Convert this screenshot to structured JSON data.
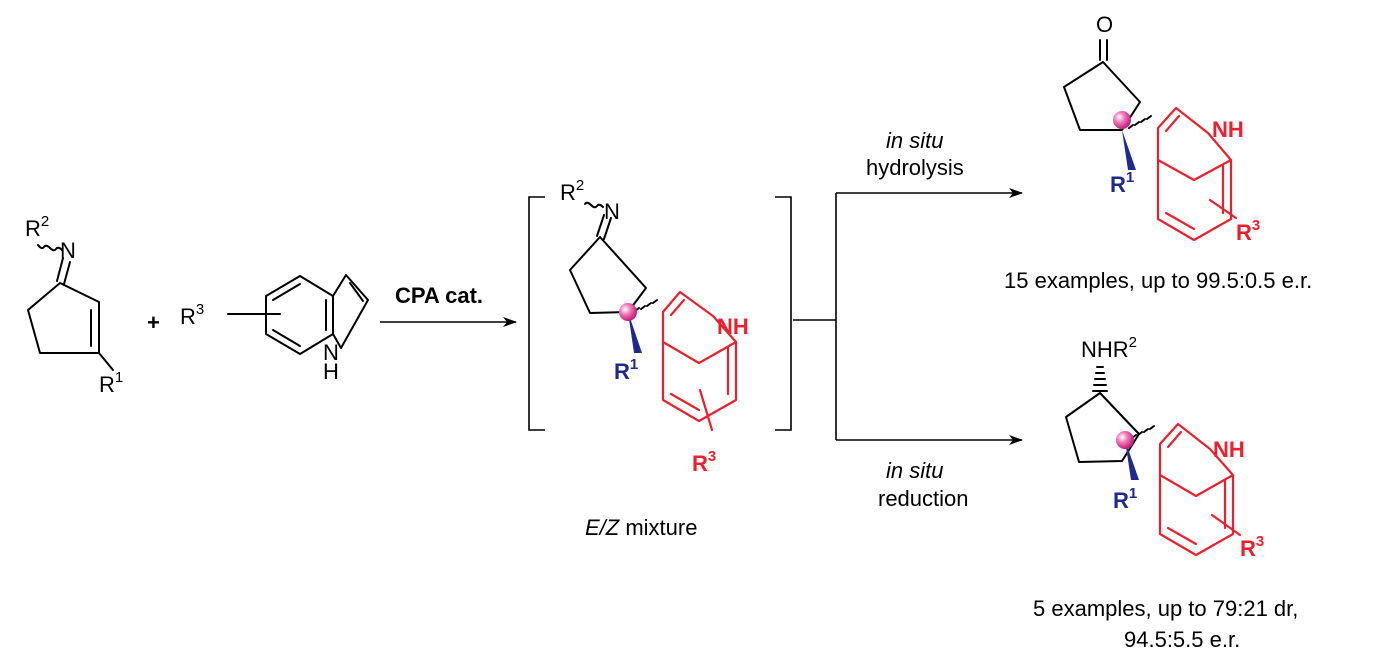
{
  "colors": {
    "black": "#000000",
    "red": "#e8202f",
    "blue": "#1f2a8c",
    "ball": "#e0308a"
  },
  "labels": {
    "R1": "R",
    "R1_sup": "1",
    "R2": "R",
    "R2_sup": "2",
    "R3": "R",
    "R3_sup": "3",
    "N": "N",
    "H": "H",
    "NH": "NH",
    "O": "O",
    "NHR": "NHR",
    "NHR_sup": "2",
    "plus": "+"
  },
  "reaction": {
    "catalyst": "CPA cat.",
    "mixture": "E/Z",
    "mixture_suffix": " mixture",
    "upper_condition_italic": "in situ",
    "upper_condition": "hydrolysis",
    "lower_condition_italic": "in situ",
    "lower_condition": "reduction"
  },
  "products": {
    "ketone_result": "15 examples, up to 99.5:0.5 e.r.",
    "amine_result_line1": "5 examples, up to 79:21 dr,",
    "amine_result_line2": "94.5:5.5 e.r."
  }
}
